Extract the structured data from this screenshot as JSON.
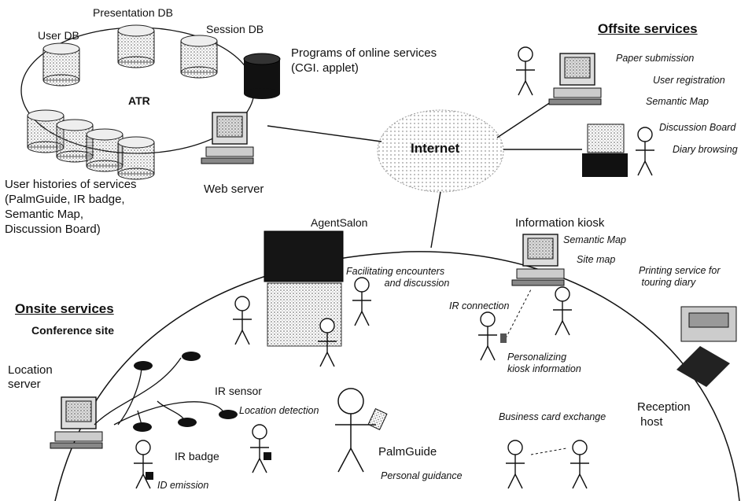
{
  "labels": {
    "user_db": "User DB",
    "presentation_db": "Presentation DB",
    "session_db": "Session DB",
    "programs": "Programs of online services\n(CGI. applet)",
    "atr": "ATR",
    "user_histories": "User histories of services\n(PalmGuide, IR badge,\nSemantic Map,\nDiscussion Board)",
    "web_server": "Web server",
    "internet": "Internet",
    "offsite_title": "Offsite services",
    "paper_submission": "Paper submission",
    "user_registration": "User registration",
    "semantic_map_off": "Semantic Map",
    "discussion_board": "Discussion Board",
    "diary_browsing": "Diary browsing",
    "agentsalon": "AgentSalon",
    "facilitating": "Facilitating encounters\n              and discussion",
    "info_kiosk": "Information kiosk",
    "semantic_map_kiosk": "Semantic Map",
    "site_map": "Site map",
    "ir_connection": "IR connection",
    "personalizing": "Personalizing\nkiosk information",
    "printing": "Printing service for\n touring diary",
    "onsite_title": "Onsite services",
    "conference_site": "Conference site",
    "location_server": "Location\nserver",
    "ir_sensor": "IR sensor",
    "location_detection": "Location detection",
    "ir_badge": "IR badge",
    "id_emission": "ID emission",
    "palmguide": "PalmGuide",
    "personal_guidance": "Personal guidance",
    "business_card": "Business card exchange",
    "reception_host": "Reception\n host"
  }
}
